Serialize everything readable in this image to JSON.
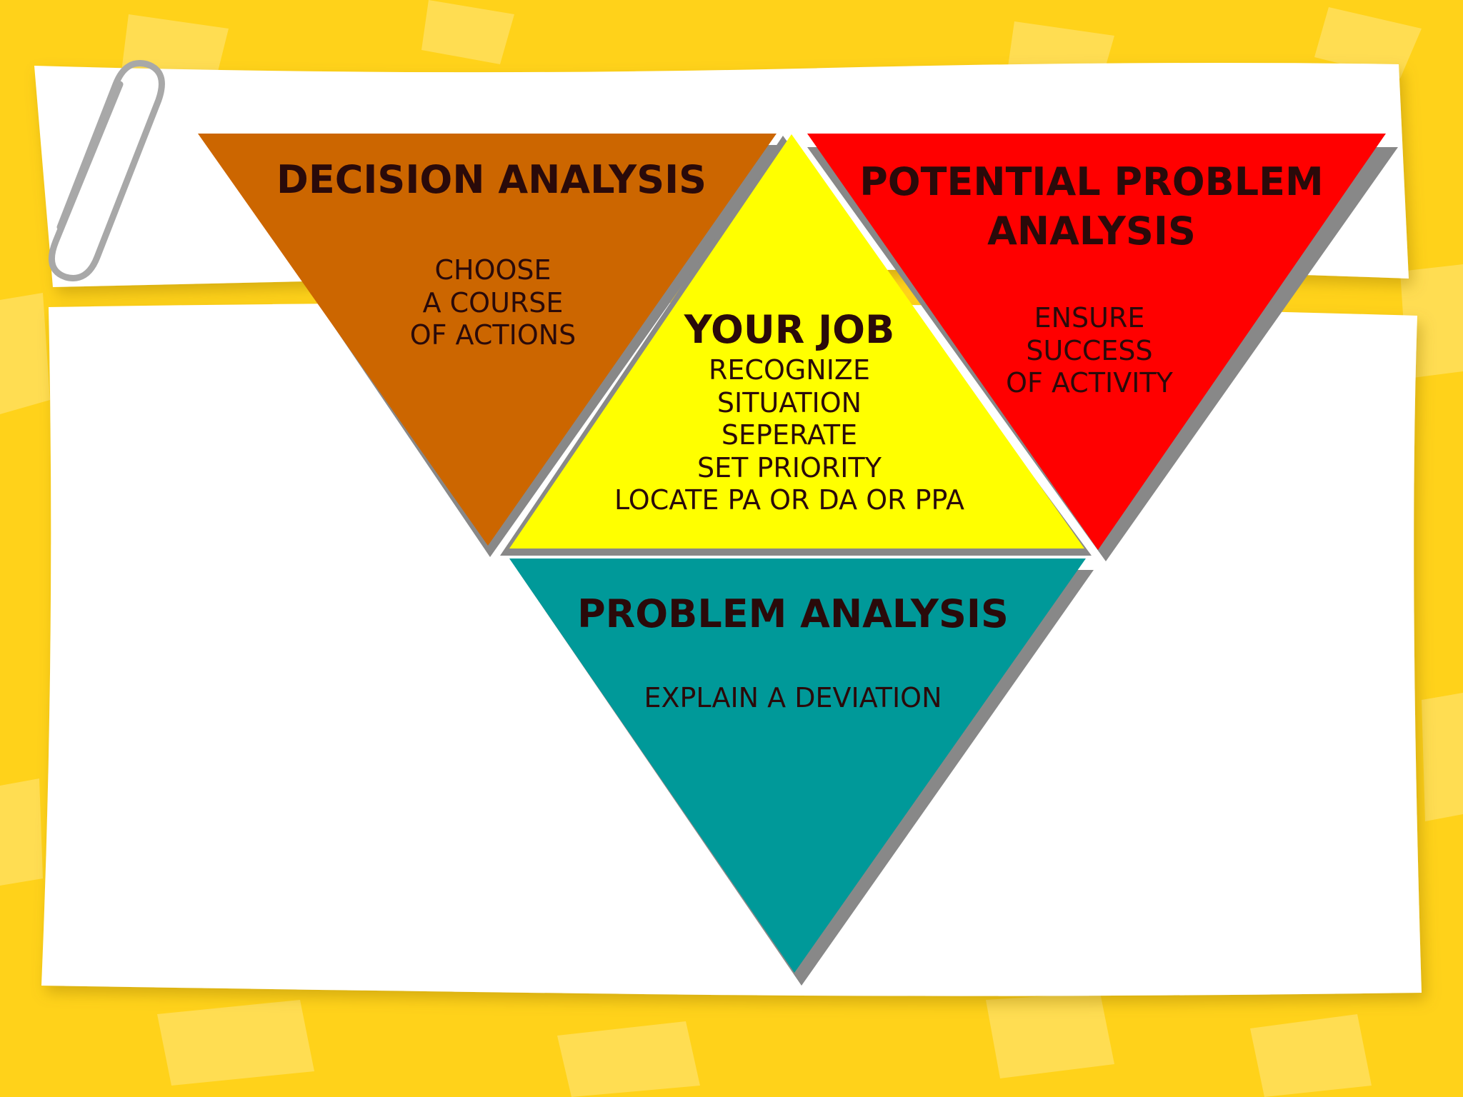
{
  "colors": {
    "background": "#FFD21A",
    "paper": "#FFFFFF",
    "decision_analysis": "#CC6600",
    "your_job": "#FFFF00",
    "potential_problem_analysis": "#FF0000",
    "problem_analysis": "#009999",
    "shadow": "#888888"
  },
  "decision_analysis": {
    "title": "DECISION ANALYSIS",
    "lines": [
      "CHOOSE",
      "A COURSE",
      "OF ACTIONS"
    ]
  },
  "potential_problem_analysis": {
    "title_lines": [
      "POTENTIAL PROBLEM",
      "ANALYSIS"
    ],
    "lines": [
      "ENSURE",
      "SUCCESS",
      "OF ACTIVITY"
    ]
  },
  "your_job": {
    "title": "YOUR JOB",
    "lines": [
      "RECOGNIZE",
      "SITUATION",
      "SEPERATE",
      "SET PRIORITY",
      "LOCATE PA OR DA OR PPA"
    ]
  },
  "problem_analysis": {
    "title": "PROBLEM ANALYSIS",
    "lines": [
      "EXPLAIN A DEVIATION"
    ]
  }
}
